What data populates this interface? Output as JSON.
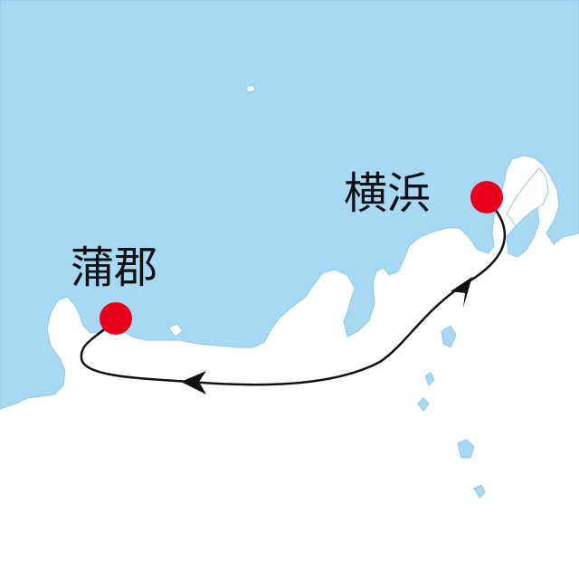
{
  "map": {
    "colors": {
      "land": "#ffffff",
      "sea": "#a7d9f4",
      "coast": "#8cc8e8",
      "marker": "#e8001c",
      "route": "#111111"
    },
    "places": {
      "yokohama": {
        "name": "横浜"
      },
      "gamagori": {
        "name": "蒲郡"
      }
    },
    "route": {
      "from": "横浜",
      "to": "蒲郡",
      "direction": "round-trip"
    }
  }
}
